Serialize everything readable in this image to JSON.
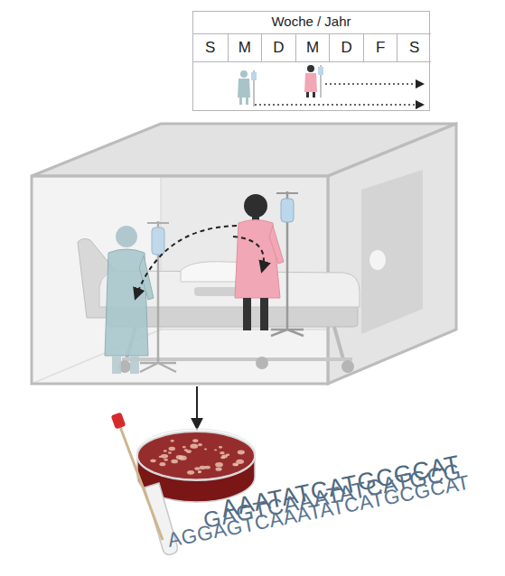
{
  "diagram": {
    "nodes": [
      {
        "text": [
          "Woche / Jahr"
        ]
      },
      {
        "text": [
          "S"
        ],
        "in": 0
      },
      {
        "text": [
          "M"
        ],
        "in": 0
      },
      {
        "text": [
          "D"
        ],
        "in": 0
      },
      {
        "text": [
          "M"
        ],
        "in": 0
      },
      {
        "text": [
          "D"
        ],
        "in": 0
      },
      {
        "text": [
          "F"
        ],
        "in": 0
      },
      {
        "text": [
          "S"
        ],
        "in": 0
      }
    ],
    "labels": [
      "AAATATCATGCGCAT",
      "GAGTCAAATATCATGCG",
      "AGGAGTCAAATATCATGCGCAT"
    ]
  }
}
